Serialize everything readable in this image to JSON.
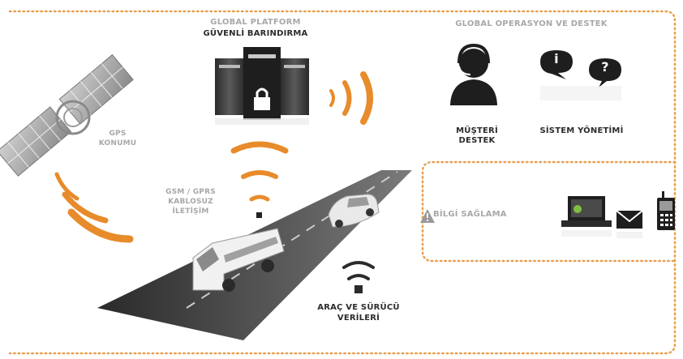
{
  "platform": {
    "title": "GLOBAL PLATFORM",
    "subtitle": "GÜVENLİ BARINDIRMA"
  },
  "operations": {
    "title": "GLOBAL OPERASYON VE DESTEK",
    "customer_support": "MÜŞTERİ DESTEK",
    "system_management": "SİSTEM YÖNETİMİ",
    "support_badge_info": "i",
    "support_badge_question": "?"
  },
  "gps": {
    "line1": "GPS",
    "line2": "KONUMU"
  },
  "gsm": {
    "line1": "GSM / GPRS",
    "line2": "KABLOSUZ",
    "line3": "İLETİŞİM"
  },
  "info": {
    "label": "BİLGİ SAĞLAMA"
  },
  "vehicle": {
    "line1": "ARAÇ VE SÜRÜCÜ",
    "line2": "VERİLERİ"
  },
  "colors": {
    "accent_orange": "#e88b2a",
    "border_dotted": "#e8a050",
    "road": "#3a3a3a",
    "server": "#404040"
  }
}
